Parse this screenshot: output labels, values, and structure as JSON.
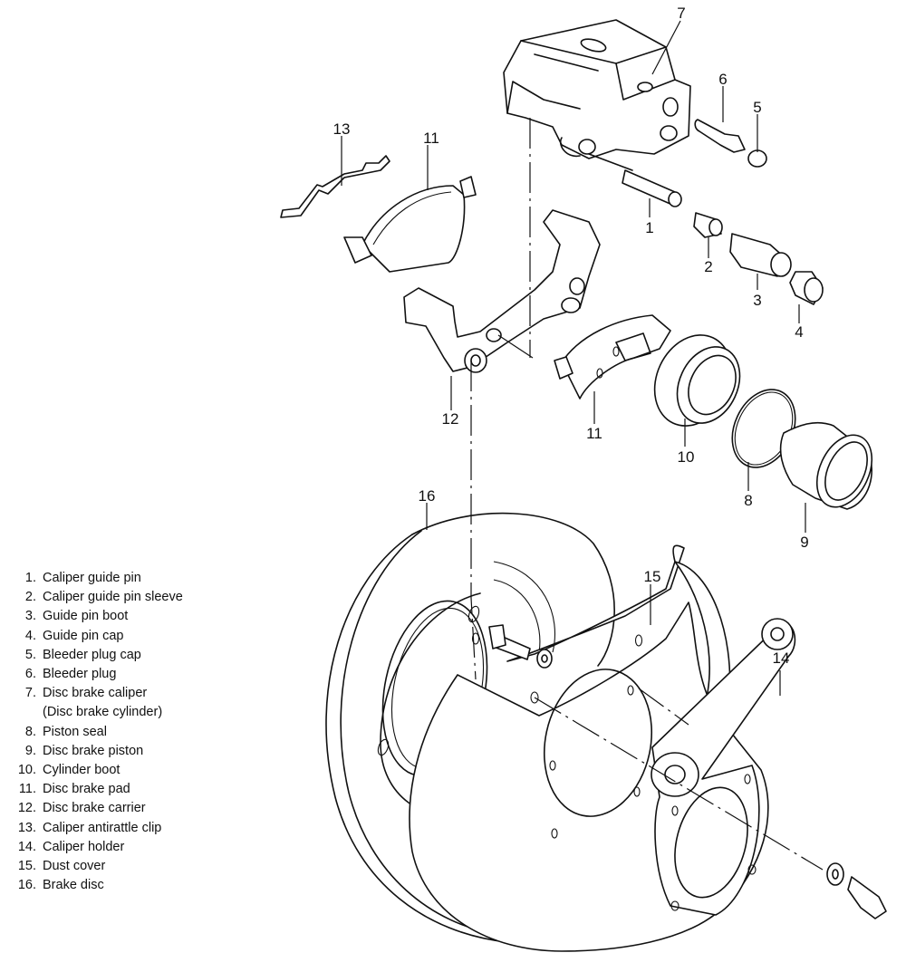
{
  "diagram": {
    "title": "Disc brake assembly exploded view",
    "callouts": [
      {
        "id": "1",
        "label": "1"
      },
      {
        "id": "2",
        "label": "2"
      },
      {
        "id": "3",
        "label": "3"
      },
      {
        "id": "4",
        "label": "4"
      },
      {
        "id": "5",
        "label": "5"
      },
      {
        "id": "6",
        "label": "6"
      },
      {
        "id": "7",
        "label": "7"
      },
      {
        "id": "8",
        "label": "8"
      },
      {
        "id": "9",
        "label": "9"
      },
      {
        "id": "10",
        "label": "10"
      },
      {
        "id": "11a",
        "label": "11"
      },
      {
        "id": "11b",
        "label": "11"
      },
      {
        "id": "12",
        "label": "12"
      },
      {
        "id": "13",
        "label": "13"
      },
      {
        "id": "14",
        "label": "14"
      },
      {
        "id": "15",
        "label": "15"
      },
      {
        "id": "16",
        "label": "16"
      }
    ]
  },
  "legend": [
    {
      "num": "1.",
      "name": "Caliper guide pin"
    },
    {
      "num": "2.",
      "name": "Caliper guide pin sleeve"
    },
    {
      "num": "3.",
      "name": "Guide pin boot"
    },
    {
      "num": "4.",
      "name": "Guide pin cap"
    },
    {
      "num": "5.",
      "name": "Bleeder plug cap"
    },
    {
      "num": "6.",
      "name": "Bleeder plug"
    },
    {
      "num": "7.",
      "name": "Disc brake caliper"
    },
    {
      "num": "",
      "name": "(Disc brake cylinder)"
    },
    {
      "num": "8.",
      "name": "Piston seal"
    },
    {
      "num": "9.",
      "name": "Disc brake piston"
    },
    {
      "num": "10.",
      "name": "Cylinder boot"
    },
    {
      "num": "11.",
      "name": "Disc brake pad"
    },
    {
      "num": "12.",
      "name": "Disc brake carrier"
    },
    {
      "num": "13.",
      "name": "Caliper antirattle clip"
    },
    {
      "num": "14.",
      "name": "Caliper holder"
    },
    {
      "num": "15.",
      "name": "Dust cover"
    },
    {
      "num": "16.",
      "name": "Brake disc"
    }
  ]
}
